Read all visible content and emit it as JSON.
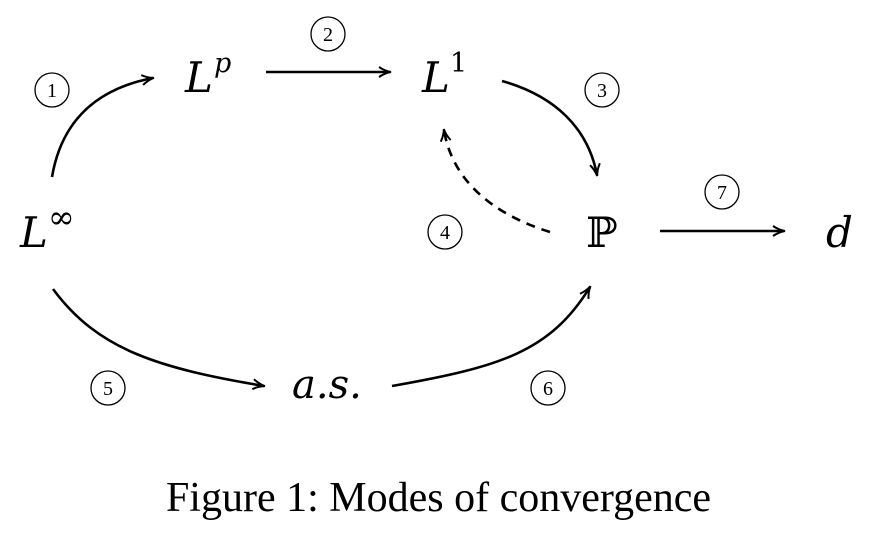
{
  "nodes": {
    "linf": {
      "base": "L",
      "sup": "∞"
    },
    "lp": {
      "base": "L",
      "sup": "p"
    },
    "l1": {
      "base": "L",
      "sup": "1"
    },
    "prob": {
      "label": "ℙ"
    },
    "dist": {
      "label": "d"
    },
    "as": {
      "label": "a.s."
    }
  },
  "badges": [
    "1",
    "2",
    "3",
    "4",
    "5",
    "6",
    "7"
  ],
  "caption": "Figure 1: Modes of convergence"
}
